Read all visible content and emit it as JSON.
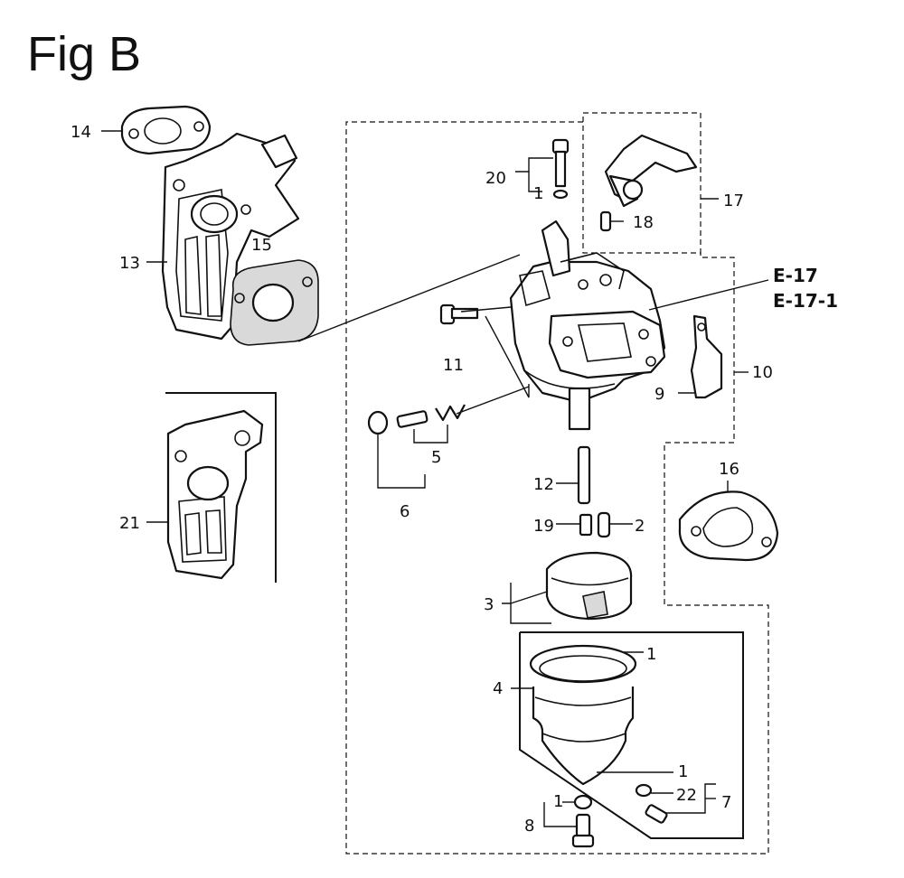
{
  "figure": {
    "title": "Fig B"
  },
  "callouts": {
    "c1a": "1",
    "c1b": "1",
    "c1c": "1",
    "c1d": "1",
    "c2": "2",
    "c3": "3",
    "c4": "4",
    "c5": "5",
    "c6": "6",
    "c7": "7",
    "c8": "8",
    "c9": "9",
    "c10": "10",
    "c11": "11",
    "c12": "12",
    "c13": "13",
    "c14": "14",
    "c15": "15",
    "c16": "16",
    "c17": "17",
    "c18": "18",
    "c19": "19",
    "c20": "20",
    "c21": "21",
    "c22": "22"
  },
  "references": {
    "ref1": "E-17",
    "ref2": "E-17-1"
  }
}
